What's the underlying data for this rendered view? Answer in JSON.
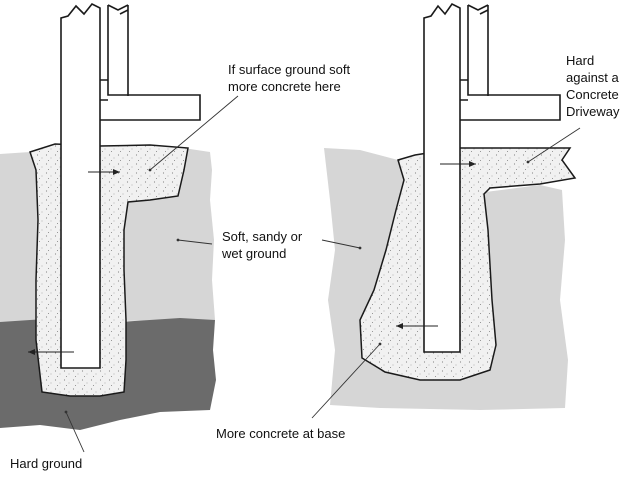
{
  "labels": {
    "surface_soft": [
      "If surface ground soft",
      "more concrete here"
    ],
    "soft_ground": [
      "Soft, sandy or",
      "wet ground"
    ],
    "driveway": [
      "Hard",
      "against a",
      "Concrete",
      "Driveway"
    ],
    "base": "More concrete at base",
    "hard_ground": "Hard ground"
  },
  "colors": {
    "soft_ground": "#d6d6d6",
    "hard_ground": "#6b6b6b",
    "concrete": "#f1f1f1",
    "post": "#ffffff",
    "outline": "#1a1a1a"
  }
}
